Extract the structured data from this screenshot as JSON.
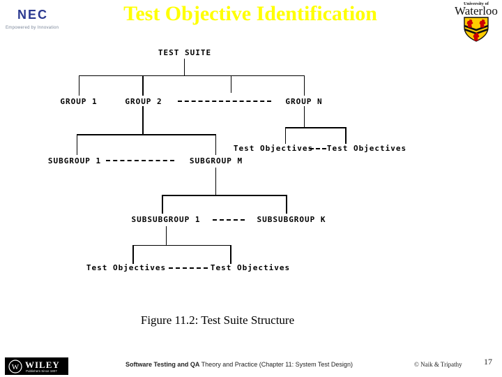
{
  "slide": {
    "title": "Test Objective Identification",
    "caption": "Figure 11.2: Test Suite Structure",
    "page_number": "17"
  },
  "logos": {
    "nec": {
      "name": "NEC",
      "tagline": "Empowered by Innovation"
    },
    "waterloo": {
      "line1": "University of",
      "line2": "Waterloo"
    },
    "wiley": {
      "name": "WILEY",
      "tagline": "Publishers Since 1807"
    }
  },
  "diagram": {
    "nodes": {
      "test_suite": "TEST SUITE",
      "group_1": "GROUP 1",
      "group_2": "GROUP 2",
      "group_n": "GROUP N",
      "subgroup_1": "SUBGROUP 1",
      "subgroup_m": "SUBGROUP M",
      "subsubgroup_1": "SUBSUBGROUP 1",
      "subsubgroup_k": "SUBSUBGROUP K",
      "test_objectives": "Test Objectives"
    }
  },
  "footer": {
    "book_title_bold": "Software Testing and QA",
    "book_title_rest": " Theory and Practice (Chapter 11: System Test Design)",
    "copyright": "© Naik & Tripathy"
  },
  "colors": {
    "title_yellow": "#FFFF00",
    "nec_blue": "#2B3990",
    "waterloo_gold": "#FFCC00",
    "lion_red": "#CC0000",
    "line_black": "#000000"
  }
}
